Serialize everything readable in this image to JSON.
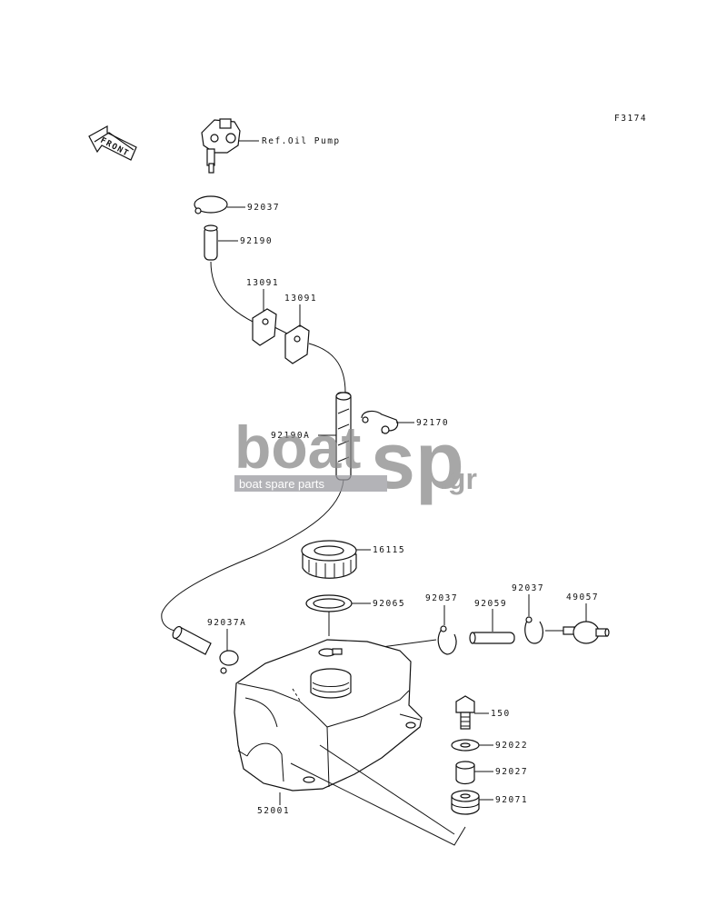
{
  "figure_code": "F3174",
  "front_label": "FRONT",
  "callouts": {
    "ref_oil_pump": "Ref.Oil Pump",
    "clamp_top": "92037",
    "hose_short": "92190",
    "clip_a": "13091",
    "clip_b": "13091",
    "hose_long": "92190A",
    "clamp_92170": "92170",
    "cap": "16115",
    "gasket": "92065",
    "clamp_right_a": "92037",
    "pipe": "92059",
    "clamp_right_b": "92037",
    "filter": "49057",
    "clamp_left": "92037A",
    "bolt": "150",
    "washer": "92022",
    "collar": "92027",
    "damper": "92071",
    "tank": "52001"
  },
  "watermark": {
    "brand_left": "boat",
    "brand_right": "sp",
    "suffix": ".gr",
    "tagline": "boat spare parts"
  },
  "colors": {
    "line": "#111111",
    "watermark_grey": "#8a8a8a",
    "watermark_band": "#9a9aa0"
  }
}
